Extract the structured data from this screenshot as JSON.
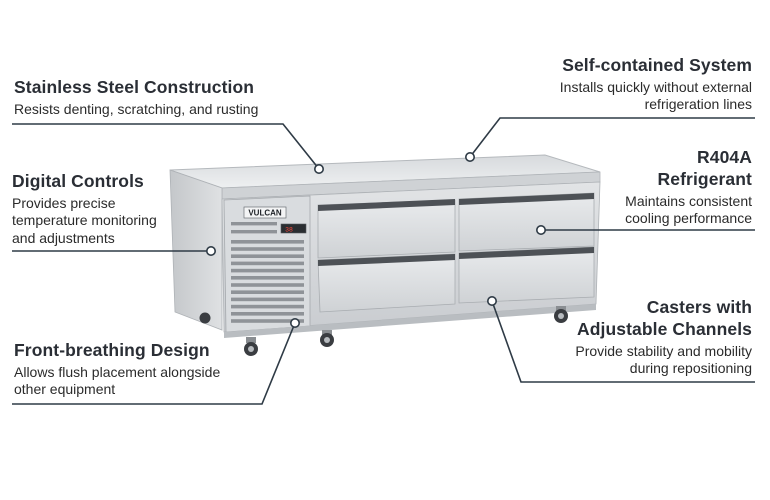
{
  "product": {
    "brand_label": "VULCAN",
    "display_reading": "38"
  },
  "features": [
    {
      "title": "Stainless Steel Construction",
      "description": "Resists denting, scratching, and rusting"
    },
    {
      "title": "Self-contained System",
      "description": "Installs quickly without external refrigeration lines"
    },
    {
      "title": "Digital Controls",
      "description": "Provides precise temperature monitoring and adjustments"
    },
    {
      "title": "R404A Refrigerant",
      "description": "Maintains consistent cooling performance"
    },
    {
      "title": "Front-breathing Design",
      "description": "Allows flush placement alongside other equipment"
    },
    {
      "title": "Casters with Adjustable Channels",
      "description": "Provide stability and mobility during repositioning"
    }
  ],
  "colors": {
    "callout_line": "#2f3b46",
    "steel_light": "#e4e6e8",
    "steel_mid": "#c6c9cc",
    "steel_dark": "#9a9ea2"
  }
}
